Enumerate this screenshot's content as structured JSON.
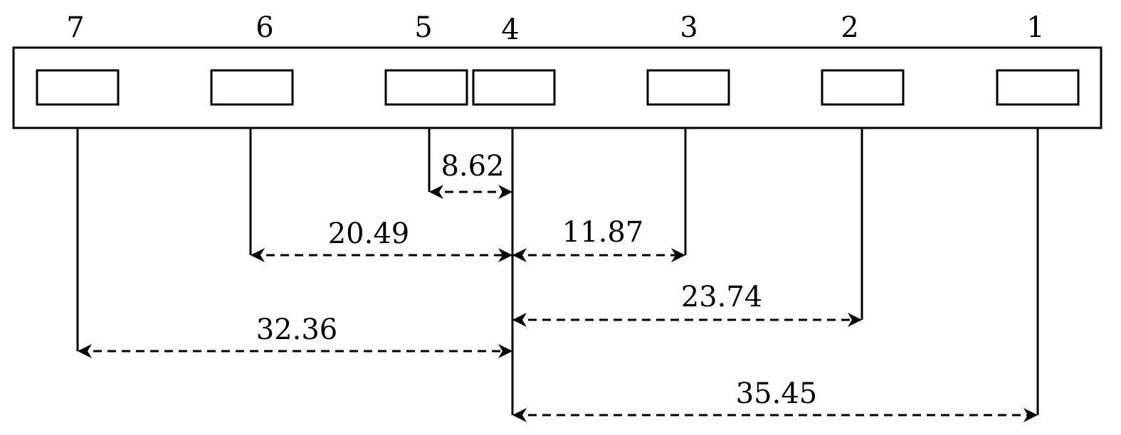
{
  "units": [
    {
      "label": "7"
    },
    {
      "label": "6"
    },
    {
      "label": "5"
    },
    {
      "label": "4"
    },
    {
      "label": "3"
    },
    {
      "label": "2"
    },
    {
      "label": "1"
    }
  ],
  "dimensions": [
    {
      "from": "5",
      "to": "4",
      "value": "8.62"
    },
    {
      "from": "6",
      "to": "4",
      "value": "20.49"
    },
    {
      "from": "4",
      "to": "3",
      "value": "11.87"
    },
    {
      "from": "4",
      "to": "2",
      "value": "23.74"
    },
    {
      "from": "7",
      "to": "4",
      "value": "32.36"
    },
    {
      "from": "4",
      "to": "1",
      "value": "35.45"
    }
  ]
}
